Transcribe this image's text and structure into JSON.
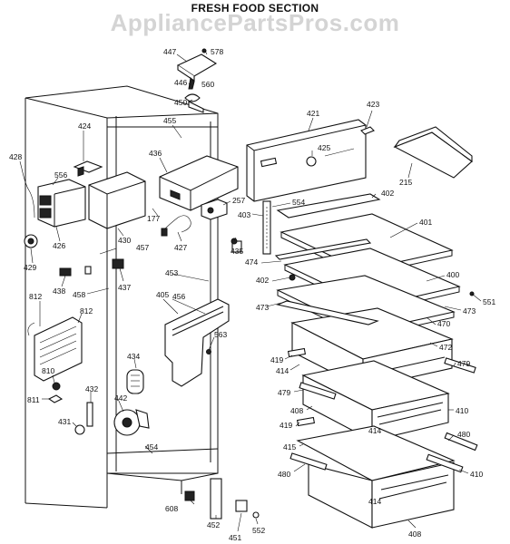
{
  "title": "FRESH FOOD SECTION",
  "watermark": "AppliancePartsPros.com",
  "callouts": [
    {
      "id": "c447",
      "text": "447"
    },
    {
      "id": "c578",
      "text": "578"
    },
    {
      "id": "c446",
      "text": "446"
    },
    {
      "id": "c560",
      "text": "560"
    },
    {
      "id": "c450",
      "text": "450"
    },
    {
      "id": "c455",
      "text": "455"
    },
    {
      "id": "c421",
      "text": "421"
    },
    {
      "id": "c423",
      "text": "423"
    },
    {
      "id": "c424",
      "text": "424"
    },
    {
      "id": "c425",
      "text": "425"
    },
    {
      "id": "c428",
      "text": "428"
    },
    {
      "id": "c556",
      "text": "556"
    },
    {
      "id": "c436",
      "text": "436"
    },
    {
      "id": "c215",
      "text": "215"
    },
    {
      "id": "c257",
      "text": "257"
    },
    {
      "id": "c554",
      "text": "554"
    },
    {
      "id": "c402a",
      "text": "402"
    },
    {
      "id": "c403",
      "text": "403"
    },
    {
      "id": "c177",
      "text": "177"
    },
    {
      "id": "c426",
      "text": "426"
    },
    {
      "id": "c430",
      "text": "430"
    },
    {
      "id": "c427",
      "text": "427"
    },
    {
      "id": "c401",
      "text": "401"
    },
    {
      "id": "c457",
      "text": "457"
    },
    {
      "id": "c435",
      "text": "435"
    },
    {
      "id": "c429",
      "text": "429"
    },
    {
      "id": "c474",
      "text": "474"
    },
    {
      "id": "c400",
      "text": "400"
    },
    {
      "id": "c453",
      "text": "453"
    },
    {
      "id": "c402b",
      "text": "402"
    },
    {
      "id": "c438",
      "text": "438"
    },
    {
      "id": "c458",
      "text": "458"
    },
    {
      "id": "c437",
      "text": "437"
    },
    {
      "id": "c551",
      "text": "551"
    },
    {
      "id": "c812a",
      "text": "812"
    },
    {
      "id": "c405",
      "text": "405"
    },
    {
      "id": "c456",
      "text": "456"
    },
    {
      "id": "c473a",
      "text": "473"
    },
    {
      "id": "c473b",
      "text": "473"
    },
    {
      "id": "c812b",
      "text": "812"
    },
    {
      "id": "c470",
      "text": "470"
    },
    {
      "id": "c563",
      "text": "563"
    },
    {
      "id": "c472",
      "text": "472"
    },
    {
      "id": "c419a",
      "text": "419"
    },
    {
      "id": "c479a",
      "text": "479"
    },
    {
      "id": "c434",
      "text": "434"
    },
    {
      "id": "c414a",
      "text": "414"
    },
    {
      "id": "c810",
      "text": "810"
    },
    {
      "id": "c479b",
      "text": "479"
    },
    {
      "id": "c432",
      "text": "432"
    },
    {
      "id": "c442",
      "text": "442"
    },
    {
      "id": "c811",
      "text": "811"
    },
    {
      "id": "c408a",
      "text": "408"
    },
    {
      "id": "c410a",
      "text": "410"
    },
    {
      "id": "c419b",
      "text": "419"
    },
    {
      "id": "c414b",
      "text": "414"
    },
    {
      "id": "c431",
      "text": "431"
    },
    {
      "id": "c480a",
      "text": "480"
    },
    {
      "id": "c415",
      "text": "415"
    },
    {
      "id": "c454",
      "text": "454"
    },
    {
      "id": "c480b",
      "text": "480"
    },
    {
      "id": "c410b",
      "text": "410"
    },
    {
      "id": "c414c",
      "text": "414"
    },
    {
      "id": "c608",
      "text": "608"
    },
    {
      "id": "c452",
      "text": "452"
    },
    {
      "id": "c552",
      "text": "552"
    },
    {
      "id": "c451",
      "text": "451"
    },
    {
      "id": "c408b",
      "text": "408"
    }
  ]
}
